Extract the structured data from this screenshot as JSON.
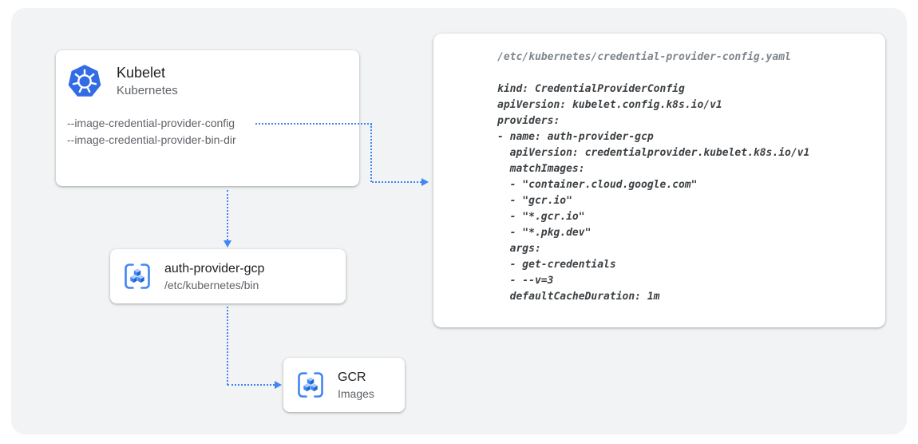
{
  "diagram": {
    "kubelet_card": {
      "title": "Kubelet",
      "subtitle": "Kubernetes",
      "flags": [
        "--image-credential-provider-config",
        "--image-credential-provider-bin-dir"
      ]
    },
    "auth_provider_card": {
      "title": "auth-provider-gcp",
      "subtitle": "/etc/kubernetes/bin"
    },
    "gcr_card": {
      "title": "GCR",
      "subtitle": "Images"
    },
    "config_card": {
      "filename": "/etc/kubernetes/credential-provider-config.yaml",
      "lines": [
        "kind: CredentialProviderConfig",
        "apiVersion: kubelet.config.k8s.io/v1",
        "providers:",
        "- name: auth-provider-gcp",
        "  apiVersion: credentialprovider.kubelet.k8s.io/v1",
        "  matchImages:",
        "  - \"container.cloud.google.com\"",
        "  - \"gcr.io\"",
        "  - \"*.gcr.io\"",
        "  - \"*.pkg.dev\"",
        "  args:",
        "  - get-credentials",
        "  - --v=3",
        "  defaultCacheDuration: 1m"
      ]
    },
    "icons": {
      "kubernetes": "kubernetes-helm-icon",
      "registry": "container-registry-icon"
    },
    "colors": {
      "arrow_blue": "#4285f4",
      "kubernetes_blue": "#326ce5",
      "panel_gray": "#f1f3f4",
      "text_primary": "#202124",
      "text_secondary": "#5f6368",
      "code_text": "#3c4043",
      "code_filename": "#80868b"
    }
  }
}
